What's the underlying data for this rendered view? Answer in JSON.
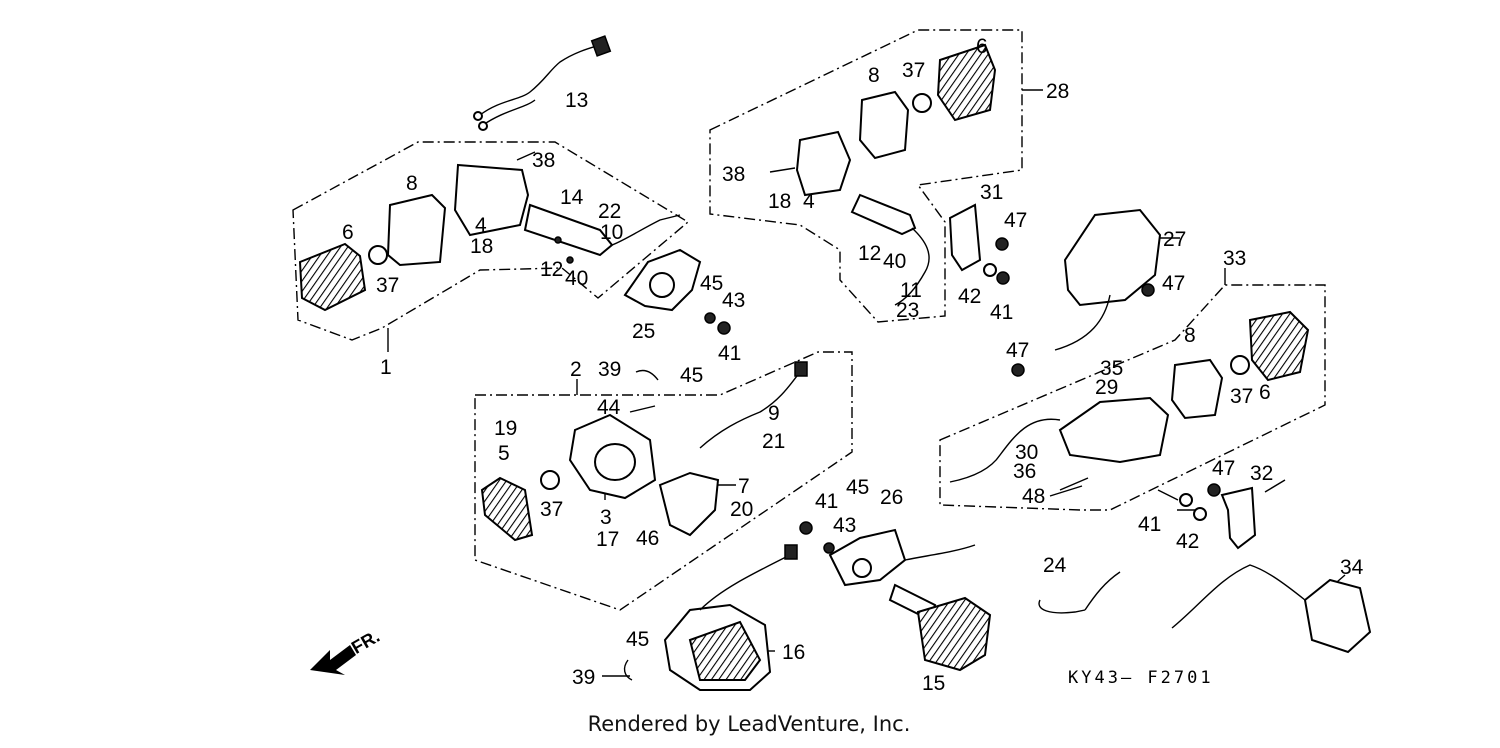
{
  "diagram": {
    "part_labels": {
      "p1": "1",
      "p2": "2",
      "p3": "3",
      "p4a": "4",
      "p4b": "4",
      "p5": "5",
      "p6a": "6",
      "p6b": "6",
      "p6c": "6",
      "p7": "7",
      "p8a": "8",
      "p8b": "8",
      "p8c": "8",
      "p9": "9",
      "p10": "10",
      "p11": "11",
      "p12a": "12",
      "p12b": "12",
      "p13": "13",
      "p14": "14",
      "p15": "15",
      "p16": "16",
      "p17": "17",
      "p18a": "18",
      "p18b": "18",
      "p19": "19",
      "p20": "20",
      "p21": "21",
      "p22": "22",
      "p23": "23",
      "p24": "24",
      "p25": "25",
      "p26": "26",
      "p27": "27",
      "p28": "28",
      "p29": "29",
      "p30": "30",
      "p31": "31",
      "p32": "32",
      "p33": "33",
      "p34": "34",
      "p35": "35",
      "p36": "36",
      "p37a": "37",
      "p37b": "37",
      "p37c": "37",
      "p37d": "37",
      "p38a": "38",
      "p38b": "38",
      "p39a": "39",
      "p39b": "39",
      "p40a": "40",
      "p40b": "40",
      "p41a": "41",
      "p41b": "41",
      "p41c": "41",
      "p41d": "41",
      "p42a": "42",
      "p42b": "42",
      "p43a": "43",
      "p43b": "43",
      "p44": "44",
      "p45a": "45",
      "p45b": "45",
      "p45c": "45",
      "p45d": "45",
      "p46": "46",
      "p47a": "47",
      "p47b": "47",
      "p47c": "47",
      "p47d": "47",
      "p48": "48"
    },
    "diagram_code": "KY43– F2701",
    "front_indicator": "FR.",
    "footer_text": "Rendered by LeadVenture, Inc."
  }
}
